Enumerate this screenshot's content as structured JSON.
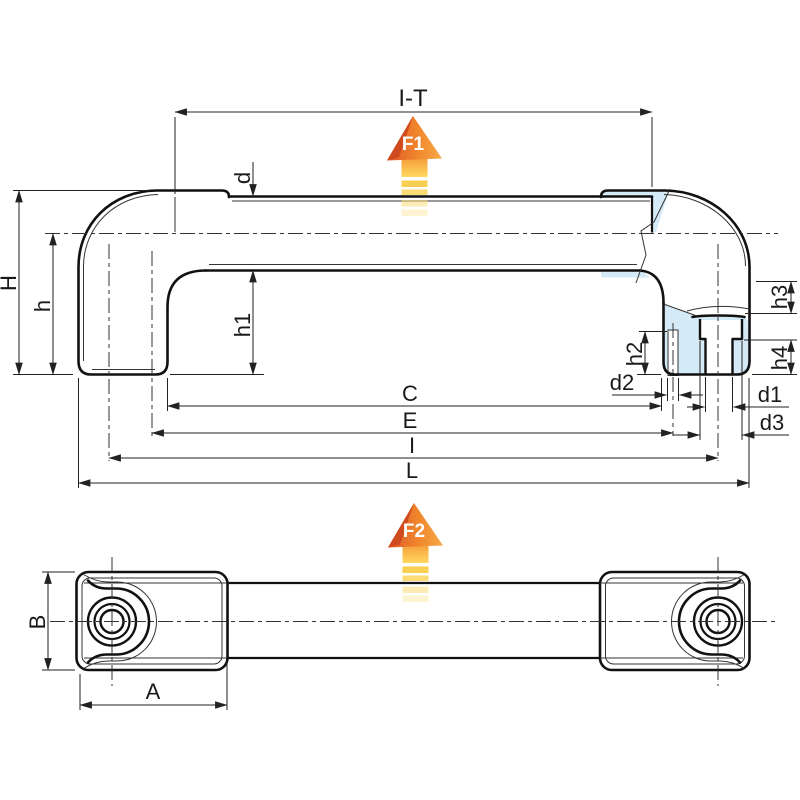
{
  "drawing": {
    "labels": {
      "overall_span": "I-T",
      "tube_diameter": "d",
      "height_total": "H",
      "height_center": "h",
      "height_inner": "h1",
      "height_pin_hole": "h2",
      "height_boss": "h3",
      "height_counterbore": "h4",
      "dia_screw_hole": "d1",
      "dia_pin_hole": "d2",
      "dia_counterbore": "d3",
      "span_inner": "C",
      "span_hole_centers": "E",
      "span_mount_centers": "I",
      "length_total": "L",
      "cap_length": "A",
      "cap_width": "B",
      "force_top": "F1",
      "force_bottom": "F2"
    },
    "colors": {
      "outline": "#111111",
      "thin_line": "#333333",
      "dimension_line": "#222222",
      "section_fill": "#d5eaf7",
      "label_color": "#1a1a1a",
      "force_red": "#cf4a1e",
      "force_orange": "#f0862c",
      "force_yellow": "#ffd95e",
      "background": "#ffffff"
    }
  }
}
